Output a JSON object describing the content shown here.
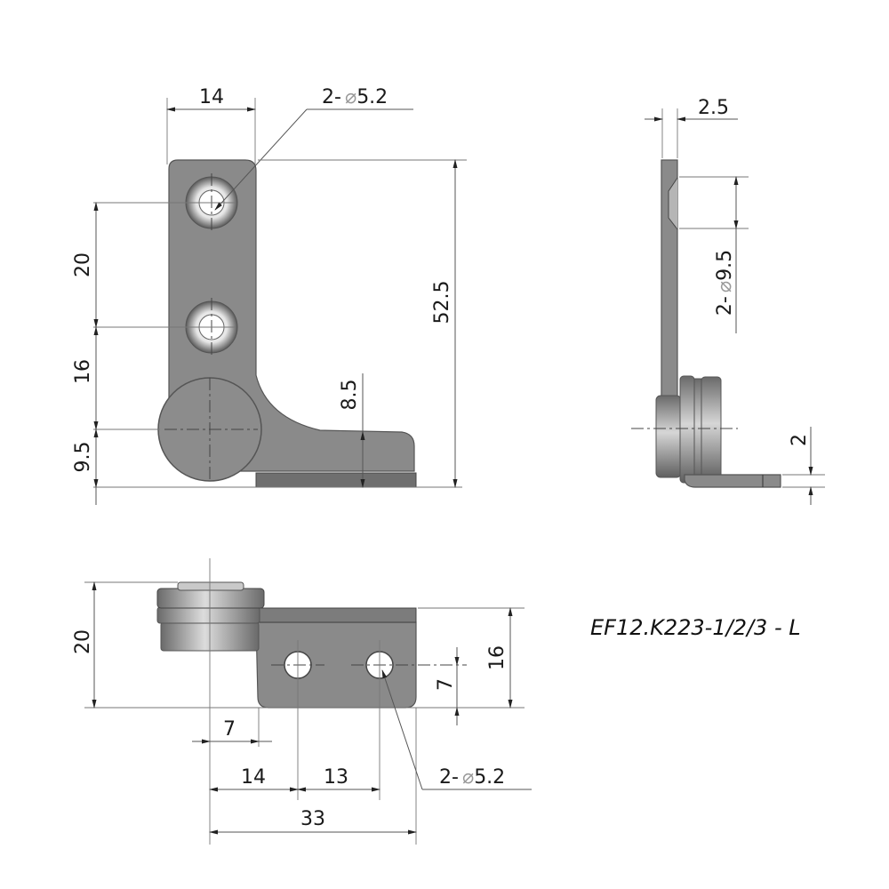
{
  "model_label": "EF12.K223-1/2/3 - L",
  "front_view": {
    "dims": {
      "width_top": "14",
      "hole_callout_prefix": "2-",
      "hole_callout_phi": "⌀",
      "hole_callout_value": "5.2",
      "hole_spacing": "20",
      "hole_to_pivot": "16",
      "pivot_to_base": "9.5",
      "total_height": "52.5",
      "foot_height": "8.5"
    }
  },
  "side_view": {
    "dims": {
      "thickness": "2.5",
      "counterbore_prefix": "2-",
      "counterbore_phi": "⌀",
      "counterbore_value": "9.5",
      "foot_thickness": "2"
    }
  },
  "top_view": {
    "dims": {
      "overall_depth": "20",
      "plate_depth": "16",
      "hole_offset": "7",
      "pivot_offset": "7",
      "pivot_to_hole1": "14",
      "hole_spacing": "13",
      "total_length": "33",
      "hole_callout_prefix": "2-",
      "hole_callout_phi": "⌀",
      "hole_callout_value": "5.2"
    }
  },
  "colors": {
    "part_fill": "#8a8a8a",
    "part_dark": "#6f6f6f",
    "line": "#555555",
    "text": "#1a1a1a"
  }
}
